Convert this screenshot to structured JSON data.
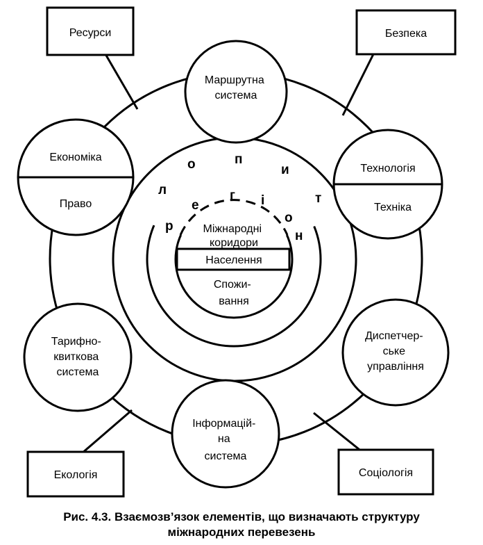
{
  "boxes": {
    "resources": "Ресурси",
    "security": "Безпека",
    "ecology": "Екологія",
    "sociology": "Соціологія"
  },
  "nodes": {
    "route_system": [
      "Маршрутна",
      "система"
    ],
    "economy": "Економіка",
    "law": "Право",
    "technology": "Технологія",
    "engineering": "Техніка",
    "tariff_system": [
      "Тарифно-",
      "квиткова",
      "система"
    ],
    "dispatch": [
      "Диспетчер-",
      "ське",
      "управління"
    ],
    "information_system": [
      "Інформацій-",
      "на",
      "система"
    ]
  },
  "center": {
    "corridors": [
      "Міжнародні",
      "коридори"
    ],
    "population": "Населення",
    "consumption": [
      "Спожи-",
      "вання"
    ]
  },
  "arc_letters": {
    "polity": [
      "л",
      "о",
      "п",
      "и",
      "т"
    ],
    "region": [
      "р",
      "е",
      "г",
      "і",
      "о",
      "н"
    ]
  },
  "caption": {
    "line1": "Рис. 4.3. Взаємозв’язок елементів, що визначають структуру",
    "line2": "міжнародних перевезень"
  }
}
